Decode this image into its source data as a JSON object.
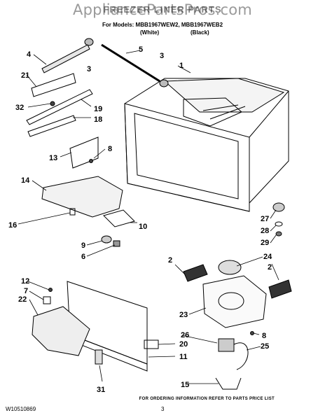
{
  "watermark": "AppliancePartsPros.com",
  "header": {
    "title": "FREEZER LINER PARTS",
    "models_line": "For Models: MBB1967WEW2, MBB1967WEB2",
    "variant_white": "(White)",
    "variant_black": "(Black)"
  },
  "callouts": {
    "c1": "1",
    "c2a": "2",
    "c2b": "2",
    "c3a": "3",
    "c3b": "3",
    "c4": "4",
    "c5": "5",
    "c6": "6",
    "c7": "7",
    "c8a": "8",
    "c8b": "8",
    "c9": "9",
    "c10": "10",
    "c11": "11",
    "c12": "12",
    "c13": "13",
    "c14": "14",
    "c15": "15",
    "c16": "16",
    "c18": "18",
    "c19": "19",
    "c20": "20",
    "c21": "21",
    "c22": "22",
    "c23": "23",
    "c24": "24",
    "c25": "25",
    "c26": "26",
    "c27": "27",
    "c28": "28",
    "c29": "29",
    "c31": "31",
    "c32": "32"
  },
  "footer": {
    "ordering_note": "FOR ORDERING INFORMATION REFER TO PARTS PRICE LIST",
    "doc_number": "W10510869",
    "page_number": "3"
  }
}
